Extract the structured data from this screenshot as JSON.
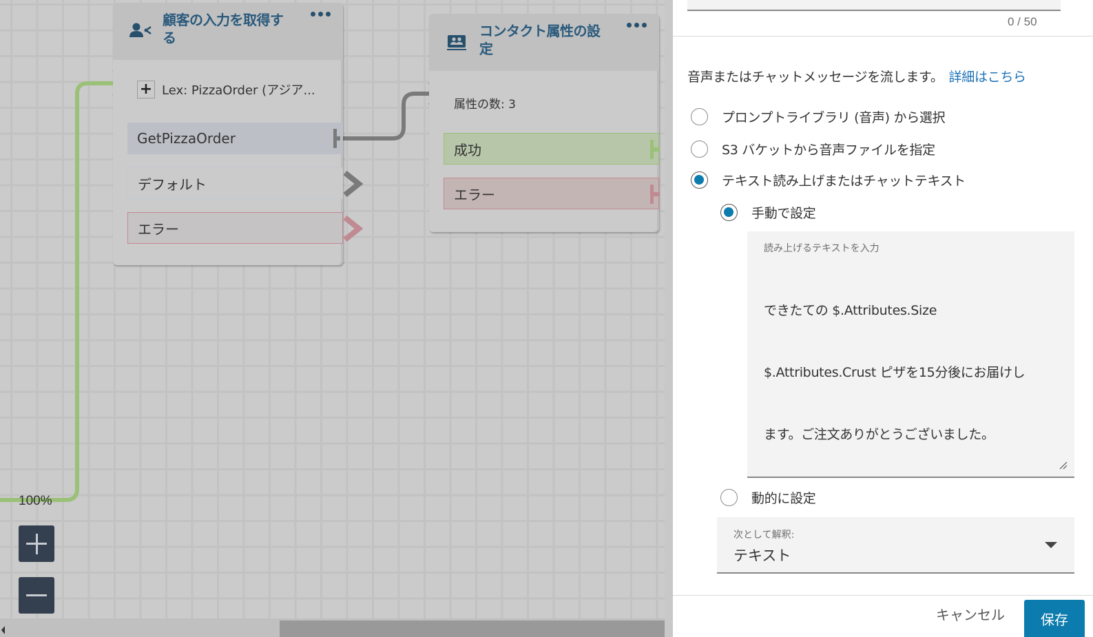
{
  "canvas": {
    "zoom_level": "100%",
    "zoom_in_label": "+",
    "zoom_out_label": "−",
    "blocks": [
      {
        "title": "顧客の入力を取得する",
        "title_line1": "顧客の入力を取得す",
        "title_line2": "る",
        "icon": "get-customer-input-icon",
        "lex_label": "Lex: PizzaOrder (アジア...",
        "branches": [
          {
            "label": "GetPizzaOrder",
            "type": "intent"
          },
          {
            "label": "デフォルト",
            "type": "default"
          },
          {
            "label": "エラー",
            "type": "error"
          }
        ]
      },
      {
        "title": "コンタクト属性の設定",
        "title_line1": "コンタクト属性の設",
        "title_line2": "定",
        "icon": "set-contact-attributes-icon",
        "attribute_count": "属性の数: 3",
        "branches": [
          {
            "label": "成功",
            "type": "success"
          },
          {
            "label": "エラー",
            "type": "error"
          }
        ]
      }
    ],
    "colors": {
      "canvas_bg": "#cbcbcb",
      "success_line": "#9bc178",
      "neutral_line": "#7a7a7a",
      "error_arrow": "#c08a92",
      "title_color": "#2a5a7c"
    }
  },
  "panel": {
    "char_count": "0 / 50",
    "description": "音声またはチャットメッセージを流します。",
    "learn_more_link": "詳細はこちら",
    "prompt_options": [
      {
        "label": "プロンプトライブラリ (音声) から選択",
        "selected": false
      },
      {
        "label": "S3 バケットから音声ファイルを指定",
        "selected": false
      },
      {
        "label": "テキスト読み上げまたはチャットテキスト",
        "selected": true
      }
    ],
    "tts_options": [
      {
        "label": "手動で設定",
        "selected": true
      },
      {
        "label": "動的に設定",
        "selected": false
      }
    ],
    "text_input": {
      "label": "読み上げるテキストを入力",
      "value": "できたての $.Attributes.Size $.Attributes.Crust ピザを15分後にお届けします。ご注文ありがとうございました。",
      "line1": "できたての $.Attributes.Size",
      "line2": "$.Attributes.Crust ピザを15分後にお届けし",
      "line3": "ます。ご注文ありがとうございました。"
    },
    "interpret_as": {
      "label": "次として解釈:",
      "value": "テキスト"
    },
    "footer": {
      "cancel_label": "キャンセル",
      "save_label": "保存"
    },
    "colors": {
      "accent": "#0b7cad",
      "link": "#1d72b8"
    }
  }
}
